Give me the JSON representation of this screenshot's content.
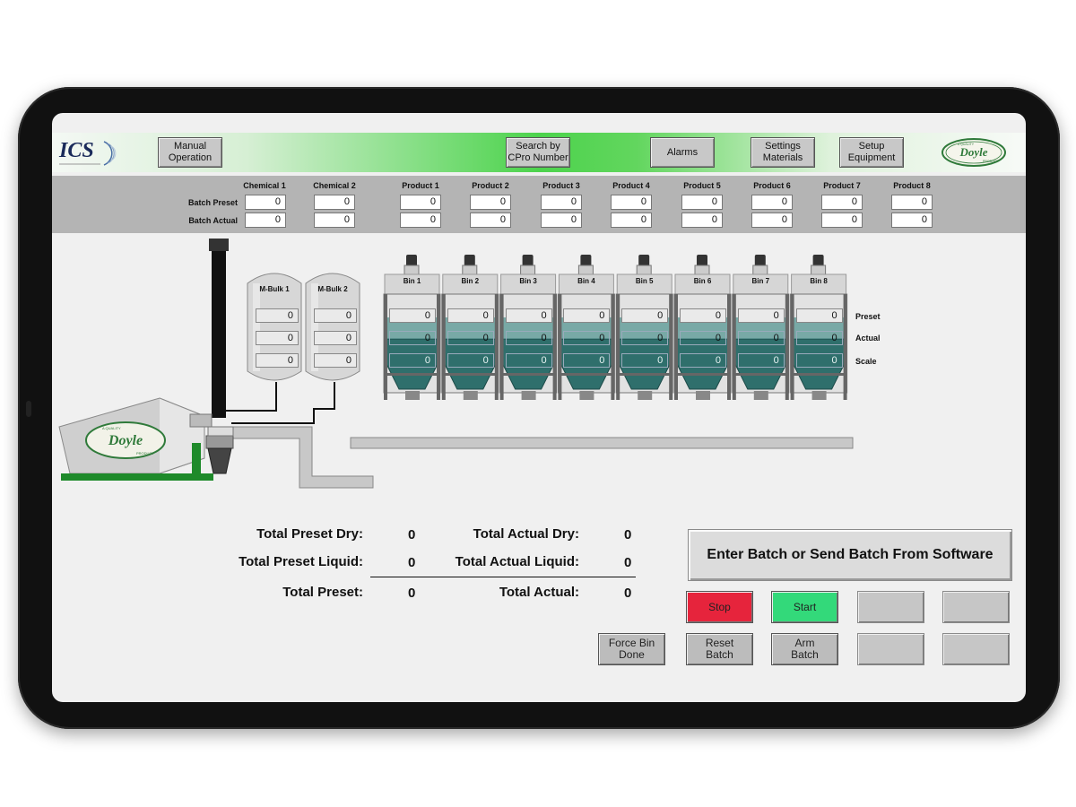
{
  "header": {
    "logo_text": "ICS",
    "buttons": {
      "manual_operation": "Manual\nOperation",
      "search_cpro": "Search by\nCPro Number",
      "alarms": "Alarms",
      "settings_materials": "Settings\nMaterials",
      "setup_equipment": "Setup\nEquipment"
    },
    "brand_logo": {
      "line1": "A QUALITY",
      "name": "Doyle",
      "line2": "PRODUCT"
    }
  },
  "batch_table": {
    "columns": [
      "Chemical 1",
      "Chemical 2",
      "Product 1",
      "Product 2",
      "Product 3",
      "Product 4",
      "Product 5",
      "Product 6",
      "Product 7",
      "Product 8"
    ],
    "row_labels": {
      "preset": "Batch Preset",
      "actual": "Batch Actual"
    },
    "preset": [
      "0",
      "0",
      "0",
      "0",
      "0",
      "0",
      "0",
      "0",
      "0",
      "0"
    ],
    "actual": [
      "0",
      "0",
      "0",
      "0",
      "0",
      "0",
      "0",
      "0",
      "0",
      "0"
    ]
  },
  "tanks": [
    {
      "label": "M-Bulk 1",
      "values": [
        "0",
        "0",
        "0"
      ]
    },
    {
      "label": "M-Bulk 2",
      "values": [
        "0",
        "0",
        "0"
      ]
    }
  ],
  "bins": {
    "labels": [
      "Bin 1",
      "Bin 2",
      "Bin 3",
      "Bin 4",
      "Bin 5",
      "Bin 6",
      "Bin 7",
      "Bin 8"
    ],
    "row_labels": {
      "preset": "Preset",
      "actual": "Actual",
      "scale": "Scale"
    },
    "preset": [
      "0",
      "0",
      "0",
      "0",
      "0",
      "0",
      "0",
      "0"
    ],
    "actual": [
      "0",
      "0",
      "0",
      "0",
      "0",
      "0",
      "0",
      "0"
    ],
    "scale": [
      "0",
      "0",
      "0",
      "0",
      "0",
      "0",
      "0",
      "0"
    ]
  },
  "mixer_logo": {
    "line1": "A QUALITY",
    "name": "Doyle",
    "line2": "PRODUCT"
  },
  "totals": {
    "preset_dry_label": "Total Preset Dry:",
    "preset_dry": "0",
    "preset_liquid_label": "Total Preset Liquid:",
    "preset_liquid": "0",
    "preset_label": "Total Preset:",
    "preset": "0",
    "actual_dry_label": "Total Actual Dry:",
    "actual_dry": "0",
    "actual_liquid_label": "Total Actual Liquid:",
    "actual_liquid": "0",
    "actual_label": "Total Actual:",
    "actual": "0"
  },
  "entry_label": "Enter Batch or Send Batch From Software",
  "controls": {
    "stop": "Stop",
    "start": "Start",
    "force_bin_done": "Force Bin\nDone",
    "reset_batch": "Reset\nBatch",
    "arm_batch": "Arm\nBatch",
    "disabled_1": "",
    "disabled_2": "",
    "disabled_3": "",
    "disabled_4": ""
  },
  "colors": {
    "header_green": "#4cd34c",
    "stop_red": "#e6243c",
    "start_green": "#33d97a",
    "bin_teal": "#2f6f6c",
    "mixer_frame_green": "#1e8a2a"
  }
}
